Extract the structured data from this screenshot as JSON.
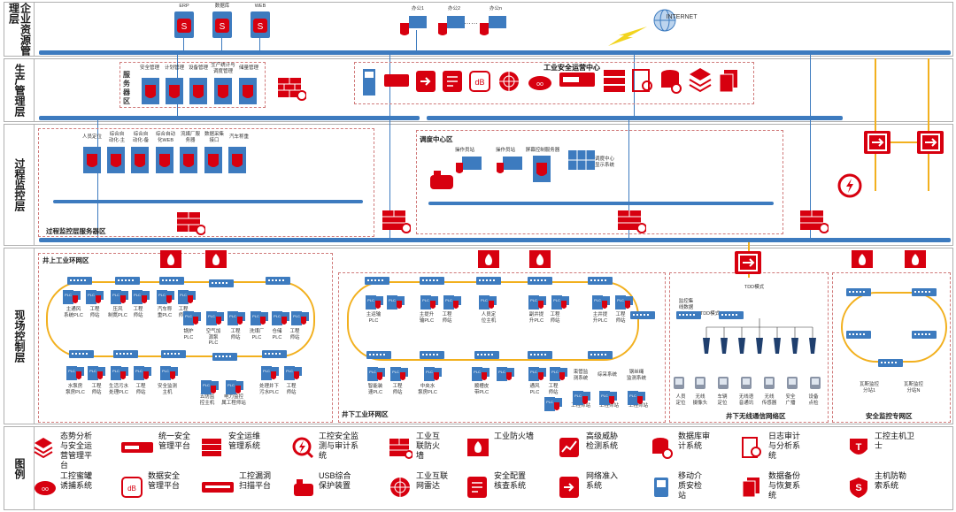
{
  "layers": {
    "enterprise": "企业资源管理层",
    "production": "生产管理层",
    "process": "过程监控层",
    "field": "现场控制层"
  },
  "enterprise_servers": [
    "ERP",
    "数据库",
    "WEB"
  ],
  "office_hosts": [
    "办公1",
    "办公2",
    "办公n"
  ],
  "internet_label": "INTERNET",
  "service_zone_label": "服务器区",
  "production_servers": [
    "安全管理",
    "计划管理",
    "设备管理",
    "生产统计与\n调度管理",
    "储量管理"
  ],
  "ops_center_label": "工业安全运营中心",
  "process_servers": [
    "人员定位",
    "综合自\n动化-主",
    "综合自\n动化-备",
    "综合自动\n化WEB",
    "流媒厂服\n务器",
    "数据采集\n接口",
    "汽车称重"
  ],
  "process_zone_label": "过程监控层服务器区",
  "dispatch_zone_label": "调度中心区",
  "dispatch_items": [
    "操作员站",
    "操作员站",
    "屏幕控制服务器",
    "调度中心\n显示系统"
  ],
  "surface_zone_label": "井上工业环网区",
  "surface_items": {
    "row1": [
      "主通风\n系统PLC",
      "工程\n师站",
      "压风\n制氮PLC",
      "工程\n师站",
      "汽车称\n重PLC",
      "工程\n师站"
    ],
    "row2": [
      "锅炉\nPLC",
      "空气加\n源泵\nPLC",
      "工程\n师站",
      "洗煤厂\nPLC",
      "仓储\nPLC",
      "工程\n师站"
    ],
    "row3": [
      "水泵房\n泵房PLC",
      "工程\n师站",
      "生活污水\n处理PLC",
      "工程\n师站",
      "安全监测\n主机",
      "五防监\n控主机",
      "电力监控\n属工程师站",
      "处理井下\n污水PLC",
      "工程\n师站"
    ]
  },
  "underground_zone_label": "井下工业环网区",
  "underground_items": {
    "row1": [
      "主运输\nPLC",
      "主提升\n输PLC",
      "工程\n师站",
      "人员定\n位主机",
      "副井提\n升PLC",
      "工程\n师站",
      "主井提\n升PLC",
      "工程\n师站"
    ],
    "row3": [
      "智能装\n速PLC",
      "工程\n师站",
      "中央水\n泵房PLC",
      "顺槽皮\n带PLC",
      "通风\nPLC",
      "工程\n师站",
      "束管监\n测系统",
      "综采系统",
      "钢丝绳\n监测系统",
      "工程师站",
      "工程师站",
      "工程师站"
    ]
  },
  "wireless_zone_label": "井下无线通信网络区",
  "tdd_label": "TDD模式",
  "wireless_items": [
    "监控集\n线数据",
    "TDD模式",
    "人员\n定位",
    "无线\n摄像头",
    "车辆\n定位",
    "无线语\n音通讯",
    "无线\n传感器",
    "安全\n广播",
    "设备\n点检"
  ],
  "safety_zone_label": "安全监控专网区",
  "safety_items": [
    "瓦斯监控\n分站1",
    "瓦斯监控\n分站N"
  ],
  "legend_title": "图例",
  "legend": [
    {
      "label": "态势分析\n与安全运\n营管理平\n台",
      "icon": "situation-icon"
    },
    {
      "label": "统一安全\n管理平台",
      "icon": "unified-security-icon"
    },
    {
      "label": "安全运维\n管理系统",
      "icon": "ops-management-icon"
    },
    {
      "label": "工控安全监\n测与审计系\n统",
      "icon": "monitor-audit-icon"
    },
    {
      "label": "工业互\n联防火\n墙",
      "icon": "interconnect-firewall-icon"
    },
    {
      "label": "工业防火墙",
      "icon": "industrial-firewall-icon"
    },
    {
      "label": "高级威胁\n检测系统",
      "icon": "threat-detection-icon"
    },
    {
      "label": "数据库审\n计系统",
      "icon": "database-audit-icon"
    },
    {
      "label": "日志审计\n与分析系\n统",
      "icon": "log-audit-icon"
    },
    {
      "label": "工控主机卫\n士",
      "icon": "host-guard-icon"
    },
    {
      "label": "工控蜜罐\n诱捕系统",
      "icon": "honeypot-icon"
    },
    {
      "label": "数据安全\n管理平台",
      "icon": "data-security-icon"
    },
    {
      "label": "工控漏洞\n扫描平台",
      "icon": "vuln-scan-icon"
    },
    {
      "label": "USB综合\n保护装置",
      "icon": "usb-protect-icon"
    },
    {
      "label": "工业互联\n网雷达",
      "icon": "radar-icon"
    },
    {
      "label": "安全配置\n核查系统",
      "icon": "config-check-icon"
    },
    {
      "label": "网络准入\n系统",
      "icon": "network-access-icon"
    },
    {
      "label": "移动介\n质安检\n站",
      "icon": "mobile-media-icon"
    },
    {
      "label": "数据备份\n与恢复系\n统",
      "icon": "backup-icon"
    },
    {
      "label": "主机防勒\n索系统",
      "icon": "anti-ransom-icon"
    }
  ],
  "colors": {
    "accent": "#d7000f",
    "bus": "#3d7bbf",
    "ring": "#f2b01e"
  }
}
